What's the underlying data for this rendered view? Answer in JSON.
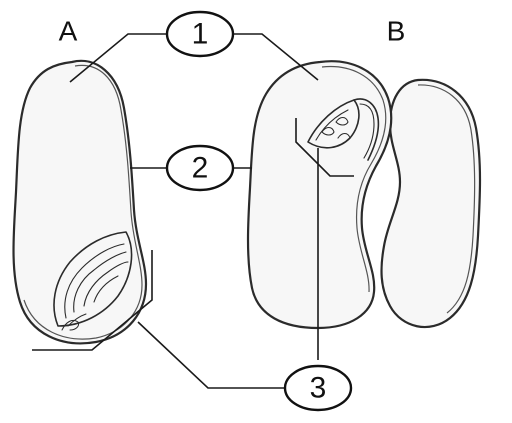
{
  "labels": {
    "seed_a": "A",
    "seed_b": "B"
  },
  "callouts": {
    "one": "1",
    "two": "2",
    "three": "3"
  }
}
